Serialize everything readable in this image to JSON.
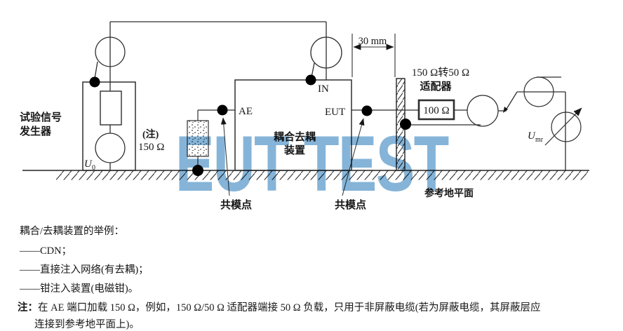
{
  "watermark": {
    "text": "EUT TEST",
    "color": "#85b4d8"
  },
  "diagram": {
    "generator": {
      "label_line1": "试验信号",
      "label_line2": "发生器",
      "u_main": "U",
      "u_sub": "0"
    },
    "ae_termination": {
      "note_ref": "(注)",
      "value": "150 Ω"
    },
    "cdn": {
      "port_ae": "AE",
      "port_in": "IN",
      "port_eut": "EUT",
      "name_line1": "耦合去耦",
      "name_line2": "装置"
    },
    "dimension": {
      "label": "30 mm"
    },
    "adapter": {
      "title_line1": "150 Ω转50 Ω",
      "title_line2": "适配器",
      "resistor": "100 Ω"
    },
    "meter": {
      "u_main": "U",
      "u_sub": "mr"
    },
    "common_mode_point_left": "共模点",
    "common_mode_point_right": "共模点",
    "ground_plane_label": "参考地平面"
  },
  "notes": {
    "examples_title": "耦合/去耦装置的举例：",
    "examples": [
      "——CDN；",
      "——直接注入网络(有去耦)；",
      "——钳注入装置(电磁钳)。"
    ],
    "note_label": "注：",
    "note_line1": "在 AE 端口加载 150 Ω，例如，150 Ω/50 Ω 适配器端接 50 Ω 负载，只用于非屏蔽电缆(若为屏蔽电缆，其屏蔽层应",
    "note_line2": "连接到参考地平面上)。"
  }
}
